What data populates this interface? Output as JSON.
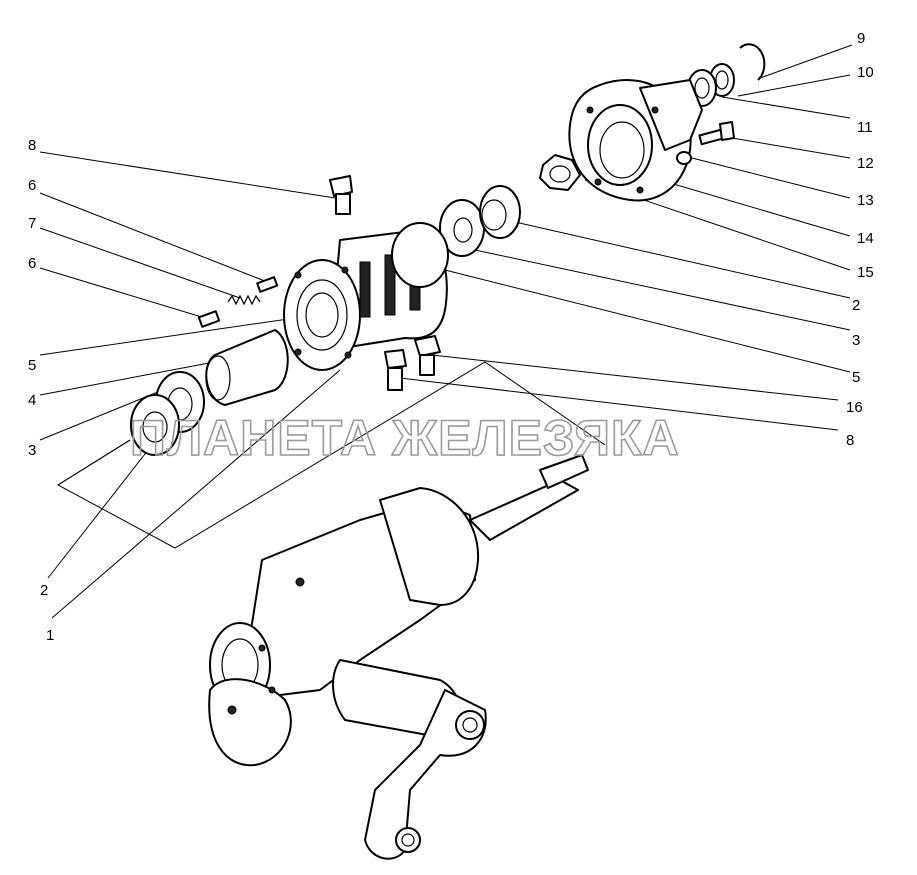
{
  "watermark": "ПЛАНЕТА ЖЕЛЕЗЯКА",
  "callouts": [
    {
      "id": "c9",
      "text": "9"
    },
    {
      "id": "c10",
      "text": "10"
    },
    {
      "id": "c11",
      "text": "11"
    },
    {
      "id": "c12",
      "text": "12"
    },
    {
      "id": "c13",
      "text": "13"
    },
    {
      "id": "c14",
      "text": "14"
    },
    {
      "id": "c15",
      "text": "15"
    },
    {
      "id": "c2r",
      "text": "2"
    },
    {
      "id": "c3r",
      "text": "3"
    },
    {
      "id": "c5r",
      "text": "5"
    },
    {
      "id": "c16",
      "text": "16"
    },
    {
      "id": "c8r",
      "text": "8"
    },
    {
      "id": "c8l",
      "text": "8"
    },
    {
      "id": "c6a",
      "text": "6"
    },
    {
      "id": "c7",
      "text": "7"
    },
    {
      "id": "c6b",
      "text": "6"
    },
    {
      "id": "c5l",
      "text": "5"
    },
    {
      "id": "c4",
      "text": "4"
    },
    {
      "id": "c3l",
      "text": "3"
    },
    {
      "id": "c2l",
      "text": "2"
    },
    {
      "id": "c1",
      "text": "1"
    }
  ]
}
